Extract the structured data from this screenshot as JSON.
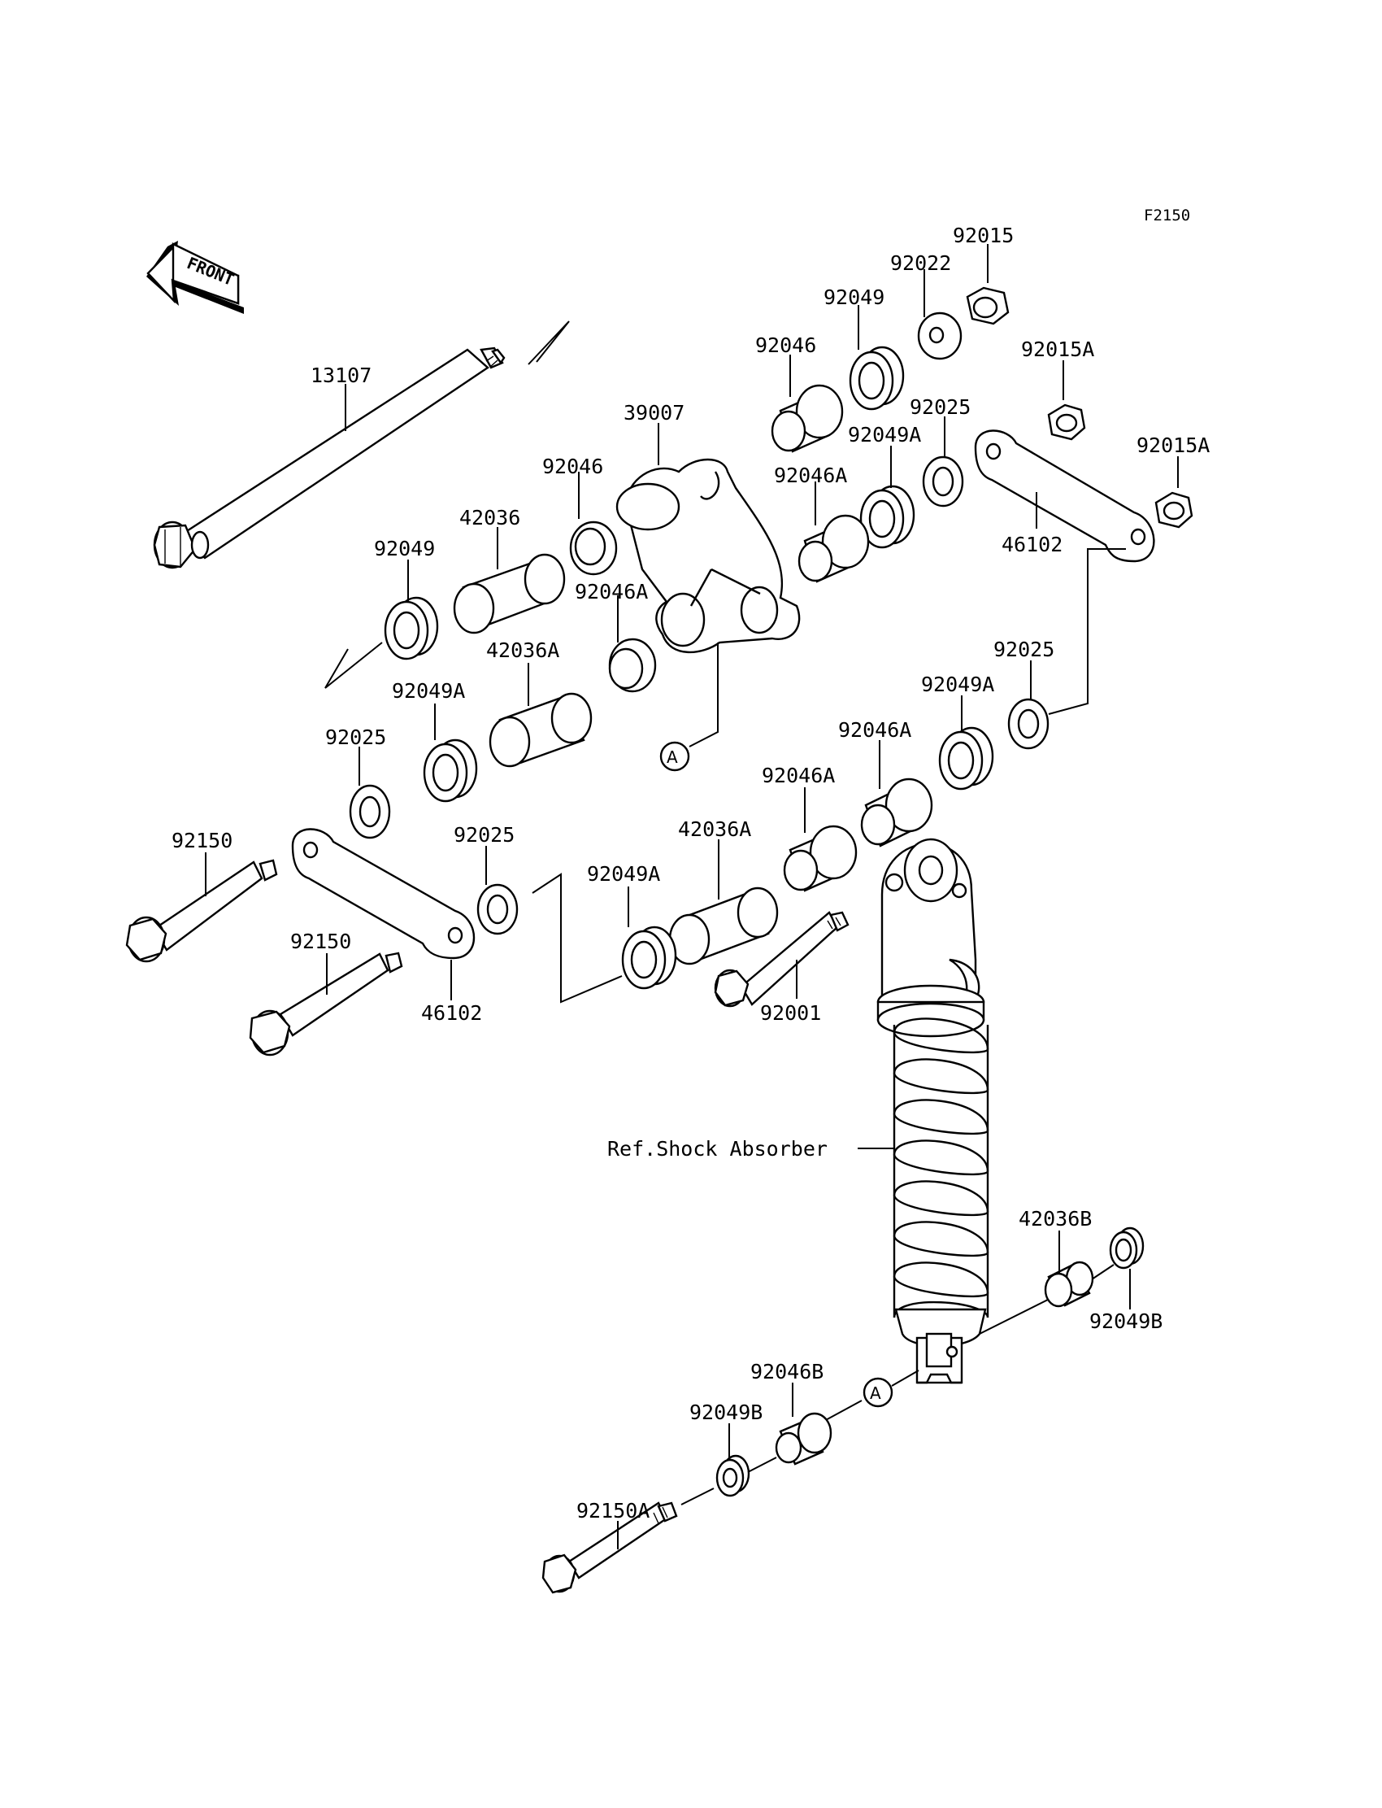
{
  "figure_code": "F2150",
  "front_arrow": {
    "text": "FRONT",
    "icon": "front-direction-arrow-icon"
  },
  "callout_marker": "A",
  "labels": {
    "p13107": "13107",
    "p39007": "39007",
    "p92015": "92015",
    "p92022": "92022",
    "p92049_top": "92049",
    "p92046_top": "92046",
    "p92015A_mid": "92015A",
    "p92025_top": "92025",
    "p92049A_top": "92049A",
    "p92046A_top": "92046A",
    "p92015A_right": "92015A",
    "p46102_right": "46102",
    "p92046_left": "92046",
    "p42036": "42036",
    "p92049_left": "92049",
    "p92046A_left": "92046A",
    "p42036A_left": "42036A",
    "p92049A_left": "92049A",
    "p92025_left": "92025",
    "p92025_right": "92025",
    "p92049A_right": "92049A",
    "p92046A_right": "92046A",
    "p92046A_center": "92046A",
    "p42036A_center": "42036A",
    "p92150_top": "92150",
    "p92025_center": "92025",
    "p92049A_center": "92049A",
    "p92150_bottom": "92150",
    "p46102_left": "46102",
    "p92001": "92001",
    "ref_shock": "Ref.Shock Absorber",
    "p42036B": "42036B",
    "p92049B_right": "92049B",
    "p92046B": "92046B",
    "p92049B_left": "92049B",
    "p92150A": "92150A"
  }
}
